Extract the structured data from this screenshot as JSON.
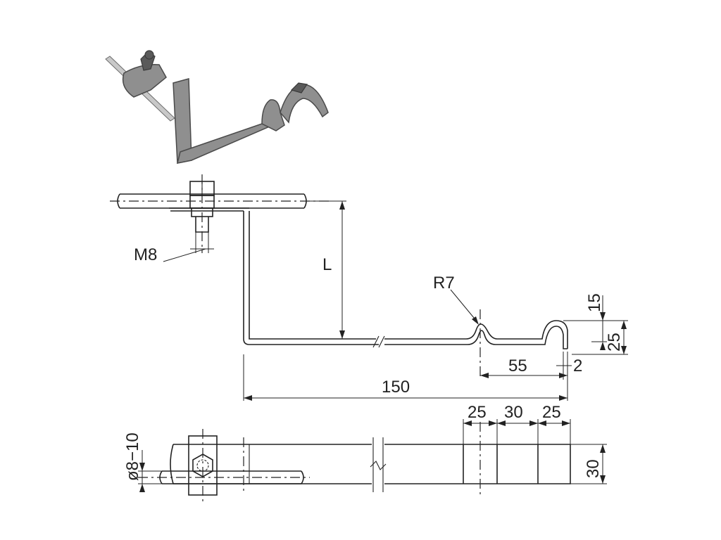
{
  "labels": {
    "bolt": "M8",
    "height": "L",
    "radius": "R7",
    "hook_top": "15",
    "hook_height": "25",
    "hook_length": "55",
    "thickness": "2",
    "total_length": "150",
    "rod_diameter": "ø8−10",
    "seg_a": "25",
    "seg_b": "30",
    "seg_c": "25",
    "width": "30"
  }
}
